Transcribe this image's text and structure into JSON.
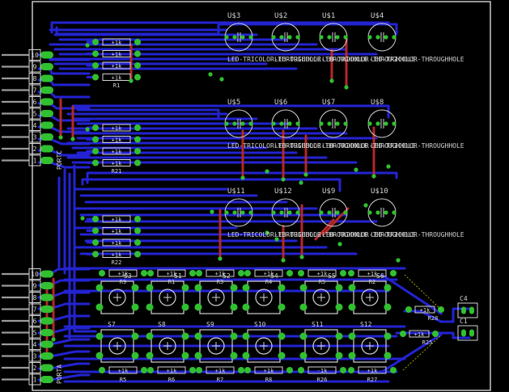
{
  "colors": {
    "background": "#000000",
    "outline": "#c8c8c8",
    "bottom_trace": "#2323d2",
    "top_trace": "#b42828",
    "pad": "#30c030",
    "silk": "#d2d2d2",
    "connector_pin": "#9a9a9a"
  },
  "leds": [
    {
      "name": "U$3",
      "label": "LED-TRICOLOR-THROUGHHOLE"
    },
    {
      "name": "U$2",
      "label": "LED-TRICOLOR-THROUGHHOLE"
    },
    {
      "name": "U$1",
      "label": "LED-TRICOLOR-THROUGHHOLE"
    },
    {
      "name": "U$4",
      "label": "LED-TRICOLOR-THROUGHHOLE"
    },
    {
      "name": "U$5",
      "label": "LED-TRICOLOR-THROUGHHOLE"
    },
    {
      "name": "U$6",
      "label": "LED-TRICOLOR-THROUGHHOLE"
    },
    {
      "name": "U$7",
      "label": "LED-TRICOLOR-THROUGHHOLE"
    },
    {
      "name": "U$8",
      "label": "LED-TRICOLOR-THROUGHHOLE"
    },
    {
      "name": "U$11",
      "label": "LED-TRICOLOR-THROUGHHOLE"
    },
    {
      "name": "U$12",
      "label": "LED-TRICOLOR-THROUGHHOLE"
    },
    {
      "name": "U$9",
      "label": "LED-TRICOLOR-THROUGHHOLE"
    },
    {
      "name": "U$10",
      "label": "LED-TRICOLOR-THROUGHHOLE"
    }
  ],
  "resistor_value": "+1k",
  "resistor_groups": {
    "g1": "R1",
    "g2": "R21",
    "g3": "R22"
  },
  "switches": [
    "S3",
    "S1",
    "S2",
    "S4",
    "S5",
    "S6",
    "S7",
    "S8",
    "S9",
    "S10",
    "S11",
    "S12"
  ],
  "top_resistors": [
    "R9",
    "R1",
    "R3",
    "R4",
    "R5",
    "R2"
  ],
  "bottom_resistors": [
    "R5",
    "R6",
    "R7",
    "R8",
    "R26",
    "R27"
  ],
  "bottom_resistor_values": [
    "+1k",
    "+1k",
    "+1k",
    "+1k",
    "-1k",
    "+1k"
  ],
  "side_resistors": [
    "R28",
    "R25"
  ],
  "capacitors": [
    "C4",
    "C1"
  ],
  "connectors": {
    "portc": {
      "label": "PORTC",
      "pins": [
        "10",
        "9",
        "8",
        "7",
        "6",
        "5",
        "4",
        "3",
        "2",
        "1"
      ]
    },
    "porta": {
      "label": "PORTA",
      "pins": [
        "10",
        "9",
        "8",
        "7",
        "6",
        "5",
        "4",
        "3",
        "2",
        "1"
      ]
    }
  }
}
